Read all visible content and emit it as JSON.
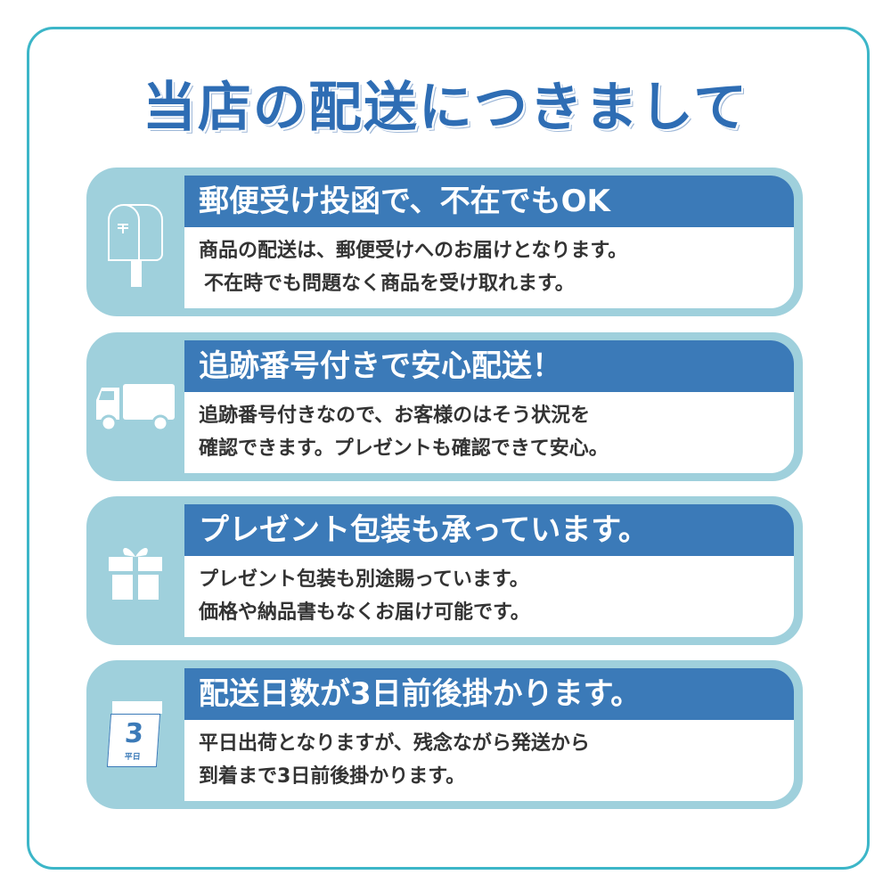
{
  "title": "当店の配送につきまして",
  "colors": {
    "frame": "#3cb6c8",
    "card": "#9fd0dc",
    "header": "#3b7ab8",
    "title": "#2e6db4"
  },
  "sections": [
    {
      "icon": "mailbox-icon",
      "heading": "郵便受け投函で、不在でもOK",
      "lines": [
        "商品の配送は、郵便受けへのお届けとなります。",
        "不在時でも問題なく商品を受け取れます。"
      ]
    },
    {
      "icon": "truck-icon",
      "heading": "追跡番号付きで安心配送！",
      "lines": [
        "追跡番号付きなので、お客様のはそう状況を",
        "確認できます。プレゼントも確認できて安心。"
      ]
    },
    {
      "icon": "gift-icon",
      "heading": "プレゼント包装も承っています。",
      "lines": [
        "プレゼント包装も別途賜っています。",
        "価格や納品書もなくお届け可能です。"
      ]
    },
    {
      "icon": "calendar-icon",
      "heading": "配送日数が3日前後掛かります。",
      "lines": [
        "平日出荷となりますが、残念ながら発送から",
        "到着まで3日前後掛かります。"
      ],
      "calendar": {
        "day": "3",
        "label": "平日"
      }
    }
  ]
}
